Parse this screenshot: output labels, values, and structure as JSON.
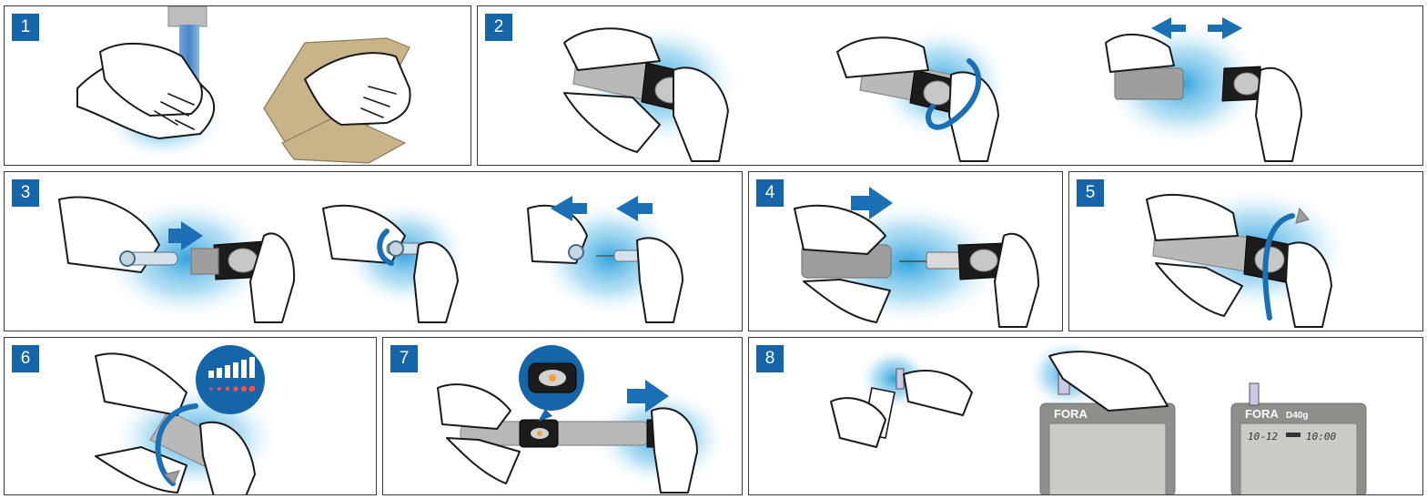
{
  "panels": [
    {
      "number": "1",
      "label": "wash-and-dry-hands"
    },
    {
      "number": "2",
      "label": "remove-lancing-device-cap"
    },
    {
      "number": "3",
      "label": "insert-lancet"
    },
    {
      "number": "4",
      "label": "replace-cap"
    },
    {
      "number": "5",
      "label": "set-depth"
    },
    {
      "number": "6",
      "label": "adjust-depth"
    },
    {
      "number": "7",
      "label": "cock-device"
    },
    {
      "number": "8",
      "label": "insert-test-strip"
    }
  ],
  "meter": {
    "brand": "FORA",
    "model": "D40g",
    "date": "10-12",
    "time": "10:00"
  },
  "colors": {
    "badge": "#1565a8",
    "arrow": "#1a6fb5",
    "glow": "#4fb6e6",
    "towel": "#c9b48a",
    "device": "#b9b9b9"
  }
}
